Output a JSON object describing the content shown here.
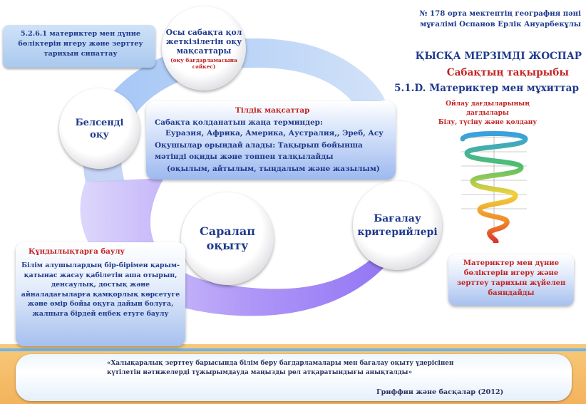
{
  "header": {
    "school_line1": "№ 178 орта мектептің география пәні",
    "school_line2": "мұғалімі Оспанов Ерлік Ануарбекұлы",
    "plan_title": "ҚЫСҚА МЕРЗІМДІ ЖОСПАР",
    "topic_heading": "Сабақтың тақырыбы",
    "topic": "5.1.D. Материктер мен мұхиттар",
    "thinking_line1": "Ойлау дағдыларының дағдылары",
    "thinking_line2": "Білу, түсіну және қолдану"
  },
  "objective_box": {
    "text": "5.2.6.1 материктер мен дүние бөліктерін игеру және зерттеу тарихын сипаттау"
  },
  "circles": {
    "goals_line1": "Осы сабақта қол",
    "goals_line2": "жеткізілетін оқу",
    "goals_line3": "мақсаттары",
    "goals_note": "(оқу бағдарламасына сәйкес)",
    "active_line1": "Белсенді",
    "active_line2": "оқу",
    "diff_line1": "Саралап",
    "diff_line2": "оқыту",
    "crit_line1": "Бағалау",
    "crit_line2": "критерийлері"
  },
  "language_box": {
    "title": "Тілдік мақсаттар",
    "line1": "Сабақта қолданатын жаңа терминдер:",
    "line2": "Еуразия, Африка, Америка, Аустралия,, Эреб, Асу",
    "line3": "Оқушылар орындай алады: Тақырып бойынша",
    "line4": "мәтінді оқиды және топпен талқылайды",
    "line5": "(оқылым, айтылым, тыңдалым және жазылым)"
  },
  "values_box": {
    "title": "Құндылықтарға баулу",
    "text": "Білім алушылардың бір-бірімен қарым-қатынас жасау қабілетін аша отырып, денсаулық, достық және айналадағыларға қамқорлық көрсетуге және өмір бойы оқуға дайын болуға, жалпыға бірдей еңбек етуге баулу"
  },
  "criteria_box": {
    "text": "Материктер мен дүние бөліктерін игеру және зерттеу тарихын жүйелеп баяндайды"
  },
  "footer": {
    "quote_line1": "«Халықаралық зерттеу барысында білім беру бағдарламалары мен бағалау оқыту үдерісінен",
    "quote_line2": "күтілетін нәтижелерді тұжырымдауда маңызды рөл атқаратындығы анықталды»",
    "author": "Гриффин және басқалар (2012)"
  },
  "colors": {
    "title_blue": "#1f3a8c",
    "accent_red": "#c42222",
    "swirl_purple": "#8a6cf0"
  }
}
